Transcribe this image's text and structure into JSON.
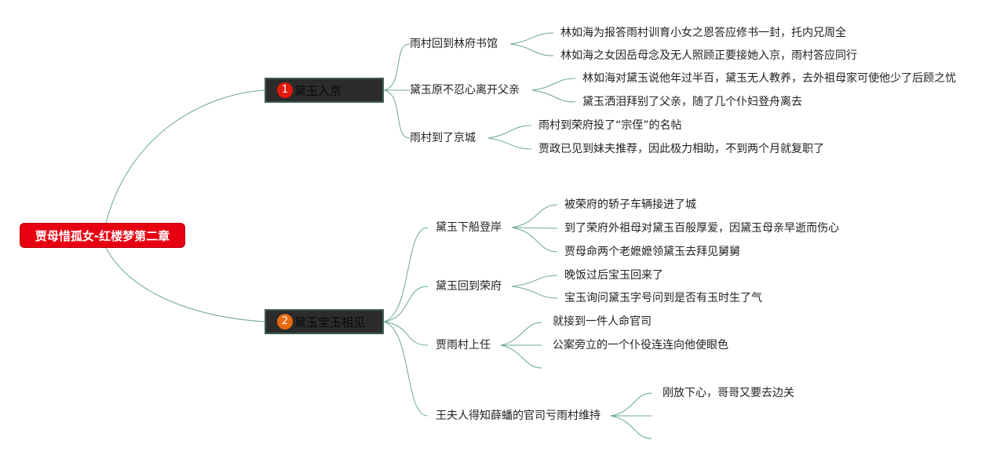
{
  "root": {
    "label": "贾母惜孤女-红楼梦第二章"
  },
  "colors": {
    "root_fill": "#e60012",
    "topic_fill": "#2b2b2b",
    "topic_border": "#3f5f55",
    "connector": "#6aa88f",
    "badge_1": "#e3170a",
    "badge_2": "#e8690e"
  },
  "topics": [
    {
      "number": "1",
      "label": "黛玉入京",
      "subtopics": [
        {
          "label": "雨村回到林府书馆",
          "details": [
            "林如海为报答雨村训育小女之恩答应修书一封，托内兄周全",
            "林如海之女因岳母念及无人照顾正要接她入京，雨村答应同行"
          ]
        },
        {
          "label": "黛玉原不忍心离开父亲",
          "details": [
            "林如海对黛玉说他年过半百，黛玉无人教养，去外祖母家可使他少了后顾之忧",
            "黛玉洒泪拜别了父亲，随了几个仆妇登舟离去"
          ]
        },
        {
          "label": "雨村到了京城",
          "details": [
            "雨村到荣府投了“宗侄”的名帖",
            "贾政已见到妹夫推荐，因此极力相助，不到两个月就复职了"
          ]
        }
      ]
    },
    {
      "number": "2",
      "label": "黛玉宝玉相见",
      "subtopics": [
        {
          "label": "黛玉下船登岸",
          "details": [
            "被荣府的轿子车辆接进了城",
            "到了荣府外祖母对黛玉百般厚爱，因黛玉母亲早逝而伤心",
            "贾母命两个老嬷嬷领黛玉去拜见舅舅"
          ]
        },
        {
          "label": "黛玉回到荣府",
          "details": [
            "晚饭过后宝玉回来了",
            "宝玉询问黛玉字号问到是否有玉时生了气"
          ]
        },
        {
          "label": "贾雨村上任",
          "details": [
            "就接到一件人命官司",
            "公案旁立的一个仆役连连向他使眼色",
            ""
          ]
        },
        {
          "label": "王夫人得知薛蟠的官司亏雨村维持",
          "details": [
            "刚放下心，哥哥又要去边关",
            "",
            ""
          ]
        }
      ]
    }
  ]
}
